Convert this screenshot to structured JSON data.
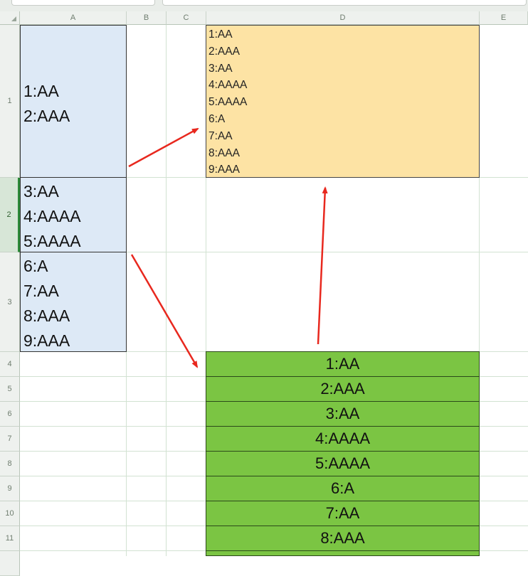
{
  "columns": [
    "A",
    "B",
    "C",
    "D",
    "E"
  ],
  "rows": [
    "1",
    "2",
    "3",
    "4",
    "5",
    "6",
    "7",
    "8",
    "9",
    "10",
    "11"
  ],
  "selected_row": "2",
  "cells": {
    "a1": [
      "1:AA",
      "2:AAA"
    ],
    "a2": [
      "3:AA",
      "4:AAAA",
      "5:AAAA"
    ],
    "a3": [
      "6:A",
      "7:AA",
      "8:AAA",
      "9:AAA"
    ],
    "d1": [
      "1:AA",
      "2:AAA",
      "3:AA",
      "4:AAAA",
      "5:AAAA",
      "6:A",
      "7:AA",
      "8:AAA",
      "9:AAA"
    ],
    "d_rows": [
      "1:AA",
      "2:AAA",
      "3:AA",
      "4:AAAA",
      "5:AAAA",
      "6:A",
      "7:AA",
      "8:AAA"
    ]
  },
  "colors": {
    "blue_fill": "#dde9f6",
    "orange_fill": "#fde3a4",
    "green_fill": "#7bc543",
    "arrow": "#e8281e",
    "grid": "#d2e2d2"
  }
}
